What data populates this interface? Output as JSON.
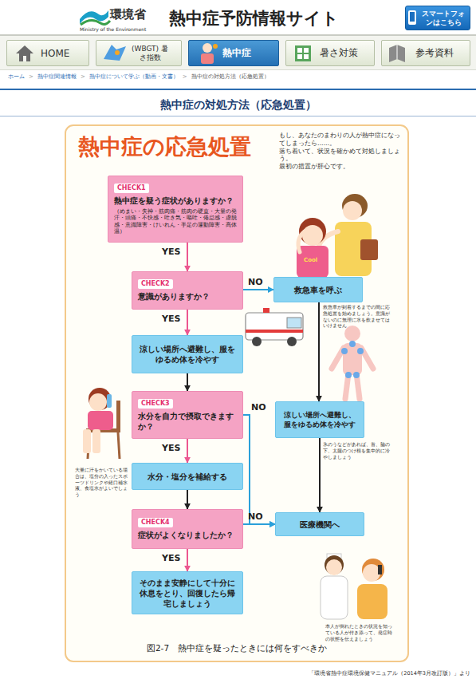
{
  "diagram": {
    "title": "熱中症の応急処置",
    "caption": "図2-7　熱中症を疑ったときには何をすべきか",
    "nodes": [
      {
        "text": [
          "スマートフォンはこちら"
        ]
      },
      {
        "text": [
          "HOME"
        ]
      },
      {
        "text": [
          "(WBGT) 暑さ指数"
        ]
      },
      {
        "text": [
          "熱中症"
        ]
      },
      {
        "text": [
          "暑さ対策"
        ]
      },
      {
        "text": [
          "参考資料"
        ]
      },
      {
        "text": [
          "CHECK1",
          "熱中症を疑う症状がありますか？",
          "（めまい・失神・筋肉痛・筋肉の硬直・大量の発汗・頭痛・不快感・吐き気・嘔吐・倦怠感・虚脱感・意識障害・けいれん・手足の運動障害・高体温）"
        ]
      },
      {
        "text": [
          "CHECK2",
          "意識がありますか？"
        ]
      },
      {
        "text": [
          "救急車を呼ぶ"
        ]
      },
      {
        "text": [
          "涼しい場所へ避難し、服をゆるめ体を冷やす"
        ]
      },
      {
        "text": [
          "CHECK3",
          "水分を自力で摂取できますか？"
        ]
      },
      {
        "text": [
          "涼しい場所へ避難し、服をゆるめ体を冷やす"
        ]
      },
      {
        "text": [
          "水分・塩分を補給する"
        ]
      },
      {
        "text": [
          "CHECK4",
          "症状がよくなりましたか？"
        ]
      },
      {
        "text": [
          "医療機関へ"
        ]
      },
      {
        "text": [
          "そのまま安静にして十分に休息をとり、回復したら帰宅しましょう"
        ]
      }
    ],
    "edges": [
      {
        "from": 6,
        "to": 7,
        "label": "YES",
        "arrow": "to"
      },
      {
        "from": 7,
        "to": 8,
        "label": "NO",
        "arrow": "to"
      },
      {
        "from": 7,
        "to": 9,
        "label": "YES",
        "arrow": "to"
      },
      {
        "from": 9,
        "to": 10,
        "arrow": "to"
      },
      {
        "from": 10,
        "to": 12,
        "label": "YES",
        "arrow": "to"
      },
      {
        "from": 10,
        "to": 14,
        "label": "NO",
        "arrow": "to"
      },
      {
        "from": 12,
        "to": 13,
        "arrow": "to"
      },
      {
        "from": 13,
        "to": 14,
        "label": "NO",
        "arrow": "to"
      },
      {
        "from": 13,
        "to": 15,
        "label": "YES",
        "arrow": "to"
      },
      {
        "from": 8,
        "to": 11,
        "arrow": "to"
      },
      {
        "from": 11,
        "to": 14,
        "arrow": "to"
      }
    ],
    "labels": [
      "環境省",
      "Ministry of the Environment",
      "熱中症予防情報サイト",
      "ホーム",
      ">",
      "熱中症関連情報",
      ">",
      "熱中症について学ぶ（動画・文書）",
      ">",
      "熱中症の対処方法（応急処置）",
      "熱中症の対処方法（応急処置）",
      "もし、あなたのまわりの人が熱中症になってしまったら……。",
      "落ち着いて、状況を確かめて対処しましょう。",
      "最初の措置が肝心です。",
      "Cool",
      "救急車が到着するまでの間に応急処置を始めましょう。意識がないのに無理に水を飲ませてはいけません",
      "氷のうなどがあれば、首、脇の下、太腿のつけ根を集中的に冷やしましょう",
      "大量に汗をかいている場合は、塩分の入ったスポーツドリンクや経口補水液、食塩水がよいでしょう",
      "本人が倒れたときの状況を知っている人が付き添って、発症時の状態を伝えましょう",
      "「環境省熱中症環境保健マニュアル（2014年3月改訂版）」より"
    ]
  }
}
